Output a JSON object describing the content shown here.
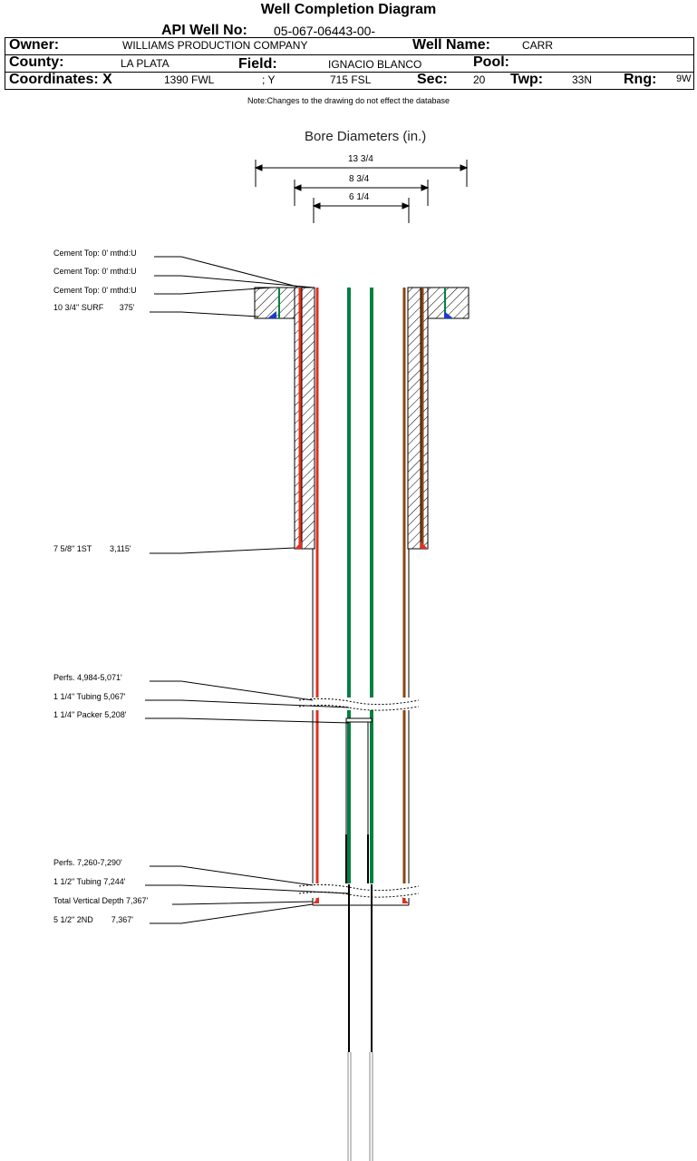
{
  "header": {
    "title": "Well Completion Diagram",
    "api_label": "API Well No:",
    "api_value": "05-067-06443-00-",
    "owner_label": "Owner:",
    "owner_value": "WILLIAMS PRODUCTION COMPANY",
    "well_name_label": "Well Name:",
    "well_name_value": "CARR",
    "county_label": "County:",
    "county_value": "LA PLATA",
    "field_label": "Field:",
    "field_value": "IGNACIO BLANCO",
    "pool_label": "Pool:",
    "pool_value": "",
    "coord_label": "Coordinates: X",
    "coord_x_value": "1390 FWL",
    "coord_y_label": "; Y",
    "coord_y_value": "715 FSL",
    "sec_label": "Sec:",
    "sec_value": "20",
    "twp_label": "Twp:",
    "twp_value": "33N",
    "rng_label": "Rng:",
    "rng_value": "9W"
  },
  "note": "Note:Changes to the drawing do not effect the database",
  "bore": {
    "heading": "Bore Diameters (in.)",
    "diameters": [
      "13 3/4",
      "8 3/4",
      "6 1/4"
    ]
  },
  "labels": [
    "Cement Top: 0' mthd:U",
    "Cement Top: 0' mthd:U",
    "Cement Top: 0' mthd:U",
    "10 3/4\" SURF       375'",
    "7 5/8\" 1ST        3,115'",
    "Perfs. 4,984-5,071'",
    "1 1/4\" Tubing 5,067'",
    "1 1/4\" Packer 5,208'",
    "Perfs. 7,260-7,290'",
    "1 1/2\" Tubing 7,244'",
    "Total Vertical Depth 7,367'",
    "5 1/2\" 2ND        7,367'"
  ],
  "colors": {
    "red_casing": "#e0301e",
    "brown_casing": "#8b4513",
    "tubing_green": "#008040",
    "shoe_blue": "#1a3ccc",
    "shoe_red": "#e0301e"
  }
}
